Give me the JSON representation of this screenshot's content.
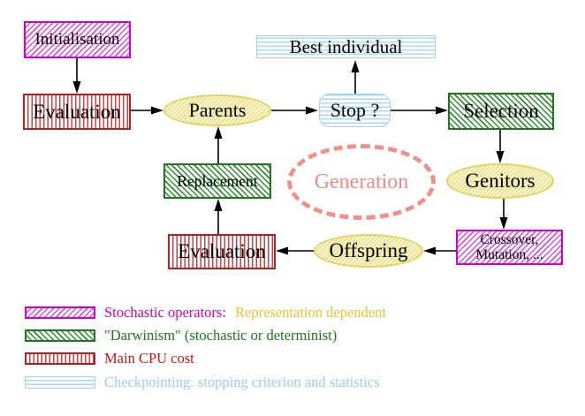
{
  "nodes": {
    "initialisation": {
      "label": "Initialisation"
    },
    "evaluation_top": {
      "label": "Evaluation"
    },
    "parents": {
      "label": "Parents"
    },
    "best_individual": {
      "label": "Best individual"
    },
    "stop": {
      "label": "Stop ?"
    },
    "selection": {
      "label": "Selection"
    },
    "genitors": {
      "label": "Genitors"
    },
    "crossover_mutation": {
      "label_line1": "Crossover,",
      "label_line2": "Mutation, ..."
    },
    "offspring": {
      "label": "Offspring"
    },
    "evaluation_bottom": {
      "label": "Evaluation"
    },
    "replacement": {
      "label": "Replacement"
    },
    "generation": {
      "label": "Generation"
    }
  },
  "legend": {
    "rows": [
      {
        "swatch": "magenta-hatch",
        "segments": [
          {
            "text": "Stochastic operators:",
            "color": "#cc00cc"
          },
          {
            "text": "Representation dependent",
            "color": "#e8c42e"
          }
        ]
      },
      {
        "swatch": "green-hatch",
        "segments": [
          {
            "text": "\"Darwinism\" (stochastic or determinist)",
            "color": "#1a7a1a"
          }
        ]
      },
      {
        "swatch": "red-vertical-stripes",
        "segments": [
          {
            "text": "Main CPU cost",
            "color": "#c01818"
          }
        ]
      },
      {
        "swatch": "cyan-horizontal-stripes",
        "segments": [
          {
            "text": "Checkpointing: stopping criterion and statistics",
            "color": "#9cccec"
          }
        ]
      }
    ]
  },
  "colors": {
    "magenta": "#cc00cc",
    "green": "#1a7a1a",
    "red": "#c01818",
    "cyan_border": "#9fd2ea",
    "cyan_text": "#9cccec",
    "yellow_fill": "#faf5d0",
    "yellow_border": "#e3d35f",
    "gold_text": "#e8c42e",
    "salmon": "#f0908c",
    "arrow": "#000000"
  }
}
